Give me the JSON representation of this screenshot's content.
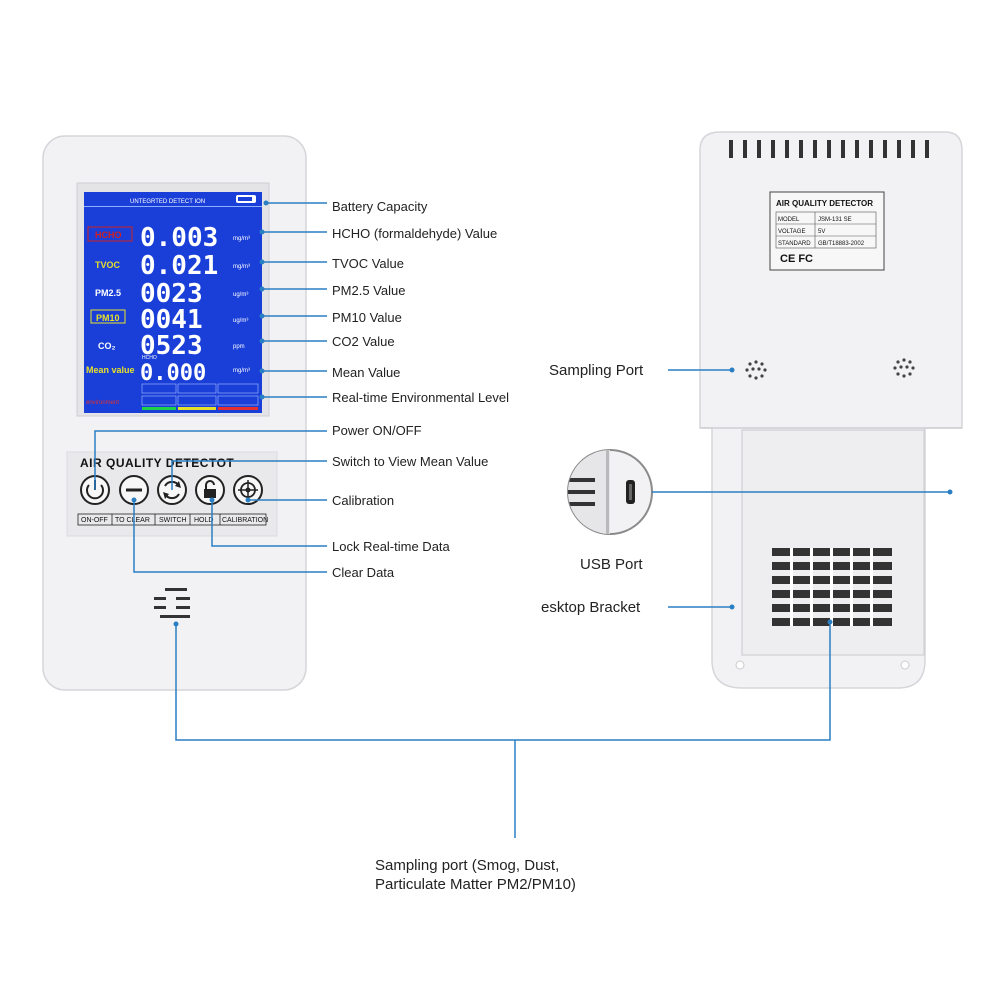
{
  "front": {
    "lcd_header": "UNTEGRTED DETECT ION",
    "battery_badge": "▮▮▮",
    "rows": [
      {
        "label": "HCHO",
        "value": "0.003",
        "unit": "mg/m³",
        "label_color": "#d02020",
        "label_bg": "#1a3fd8"
      },
      {
        "label": "TVOC",
        "value": "0.021",
        "unit": "mg/m³",
        "label_color": "#111111",
        "label_bg": "#e6e02a"
      },
      {
        "label": "PM2.5",
        "value": "0023",
        "unit": "ug/m³",
        "label_color": "#ffffff",
        "label_bg": "#1a3fd8"
      },
      {
        "label": "PM10",
        "value": "0041",
        "unit": "ug/m³",
        "label_color": "#111111",
        "label_bg": "#e6e02a"
      },
      {
        "label": "CO₂",
        "value": "0523",
        "unit": "ppm",
        "label_color": "#ffffff",
        "label_bg": "#1a3fd8"
      }
    ],
    "mean_label": "Mean value",
    "mean_sub": "HCHO",
    "mean_value": "0.000",
    "mean_unit": "mg/m³",
    "env_label": "environment",
    "brand": "AIR QUALITY DETECTOT",
    "buttons": [
      {
        "caption": "ON-OFF",
        "icon": "power-icon"
      },
      {
        "caption": "TO CLEAR",
        "icon": "minus-icon"
      },
      {
        "caption": "SWITCH",
        "icon": "refresh-icon"
      },
      {
        "caption": "HOLD",
        "icon": "lock-icon"
      },
      {
        "caption": "CALIBRATION",
        "icon": "crosshair-icon"
      }
    ]
  },
  "back": {
    "label_title": "AIR QUALITY DETECTOR",
    "label_rows": [
      {
        "k": "MODEL",
        "v": "JSM-131 SE"
      },
      {
        "k": "VOLTAGE",
        "v": "5V"
      },
      {
        "k": "STANDARD",
        "v": "GB/T18883-2002"
      }
    ],
    "label_marks": "CE FC"
  },
  "callouts": {
    "battery": "Battery Capacity",
    "hcho": "HCHO (formaldehyde) Value",
    "tvoc": "TVOC Value",
    "pm25": "PM2.5 Value",
    "pm10": "PM10 Value",
    "co2": "CO2 Value",
    "mean": "Mean Value",
    "env": "Real-time Environmental Level",
    "power": "Power ON/OFF",
    "switch": "Switch to View Mean Value",
    "calibration": "Calibration",
    "lock": "Lock Real-time Data",
    "clear": "Clear Data",
    "sampling_port": "Sampling Port",
    "usb": "USB Port",
    "bracket": "esktop Bracket",
    "bottom_line1": "Sampling port (Smog, Dust,",
    "bottom_line2": "Particulate Matter PM2/PM10)"
  },
  "colors": {
    "accent_line": "#2a7fc4",
    "lcd_bg": "#1a3fd8",
    "device_body": "#f1f1f3"
  }
}
